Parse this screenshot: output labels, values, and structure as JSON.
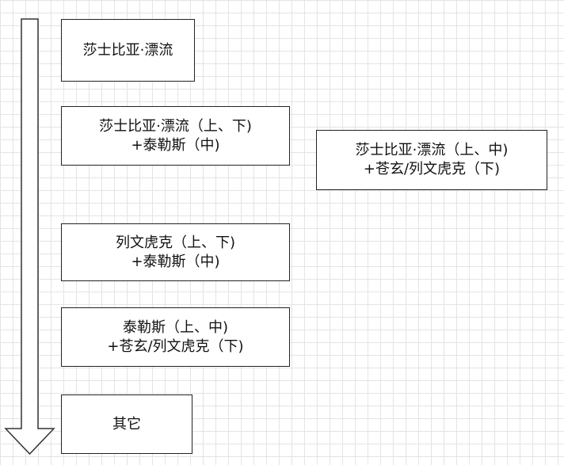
{
  "boxes": [
    {
      "lines": [
        "莎士比亚·漂流"
      ]
    },
    {
      "lines": [
        "莎士比亚·漂流（上、下)",
        "+泰勒斯（中)"
      ]
    },
    {
      "lines": [
        "莎士比亚·漂流（上、中)",
        "+苍玄/列文虎克（下)"
      ]
    },
    {
      "lines": [
        "列文虎克（上、下)",
        "+泰勒斯（中)"
      ]
    },
    {
      "lines": [
        "泰勒斯（上、中)",
        "+苍玄/列文虎克（下)"
      ]
    },
    {
      "lines": [
        "其它"
      ]
    }
  ],
  "colors": {
    "border": "#222222",
    "grid": "#e4e4e4",
    "text": "#111111"
  }
}
